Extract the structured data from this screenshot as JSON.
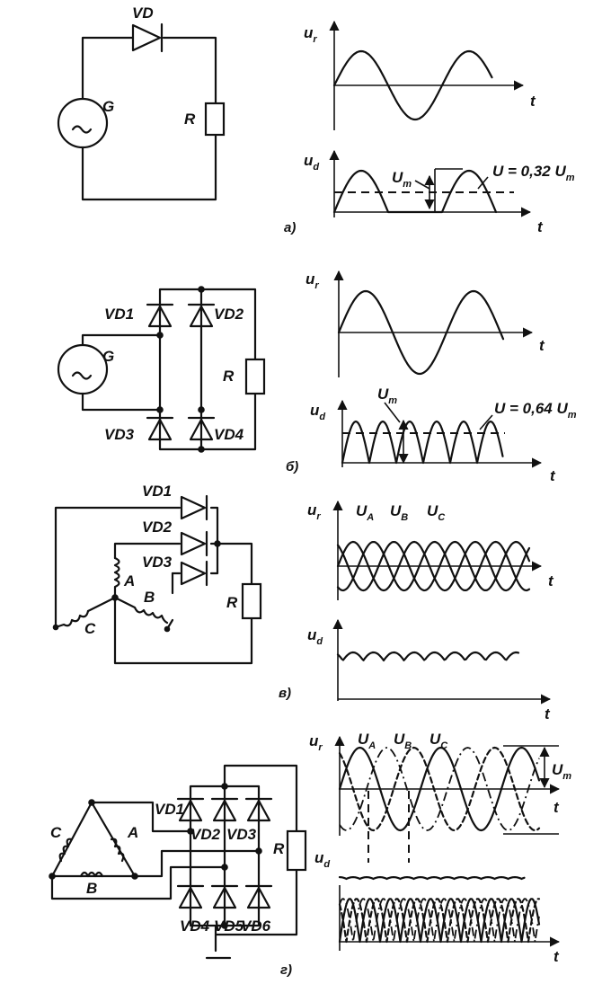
{
  "panels": [
    {
      "caption": "а)",
      "circuit": {
        "diode": "VD",
        "source": "G",
        "load": "R"
      },
      "input_plot": {
        "ylabel_main": "u",
        "ylabel_sub": "r",
        "xlabel": "t"
      },
      "output_plot": {
        "ylabel_main": "u",
        "ylabel_sub": "d",
        "xlabel": "t",
        "amp_label_main": "U",
        "amp_label_sub": "m",
        "avg_label": "U = 0,32 U",
        "avg_label_sub": "m"
      }
    },
    {
      "caption": "б)",
      "circuit": {
        "diodes": [
          "VD1",
          "VD2",
          "VD3",
          "VD4"
        ],
        "source": "G",
        "load": "R"
      },
      "input_plot": {
        "ylabel_main": "u",
        "ylabel_sub": "r",
        "xlabel": "t"
      },
      "output_plot": {
        "ylabel_main": "u",
        "ylabel_sub": "d",
        "xlabel": "t",
        "amp_label_main": "U",
        "amp_label_sub": "m",
        "avg_label": "U = 0,64 U",
        "avg_label_sub": "m"
      }
    },
    {
      "caption": "в)",
      "circuit": {
        "diodes": [
          "VD1",
          "VD2",
          "VD3"
        ],
        "phases": [
          "A",
          "B",
          "C"
        ],
        "load": "R"
      },
      "input_plot": {
        "ylabel_main": "u",
        "ylabel_sub": "r",
        "xlabel": "t",
        "series": [
          {
            "main": "U",
            "sub": "A"
          },
          {
            "main": "U",
            "sub": "B"
          },
          {
            "main": "U",
            "sub": "C"
          }
        ]
      },
      "output_plot": {
        "ylabel_main": "u",
        "ylabel_sub": "d",
        "xlabel": "t"
      }
    },
    {
      "caption": "г)",
      "circuit": {
        "diodes": [
          "VD1",
          "VD2",
          "VD3",
          "VD4",
          "VD5",
          "VD6"
        ],
        "phases": [
          "A",
          "B",
          "C"
        ],
        "load": "R"
      },
      "input_plot": {
        "ylabel_main": "u",
        "ylabel_sub": "r",
        "xlabel": "t",
        "series": [
          {
            "main": "U",
            "sub": "A"
          },
          {
            "main": "U",
            "sub": "B"
          },
          {
            "main": "U",
            "sub": "C"
          }
        ],
        "amp_label_main": "U",
        "amp_label_sub": "m"
      },
      "output_plot": {
        "ylabel_main": "u",
        "ylabel_sub": "d",
        "xlabel": "t"
      }
    }
  ]
}
